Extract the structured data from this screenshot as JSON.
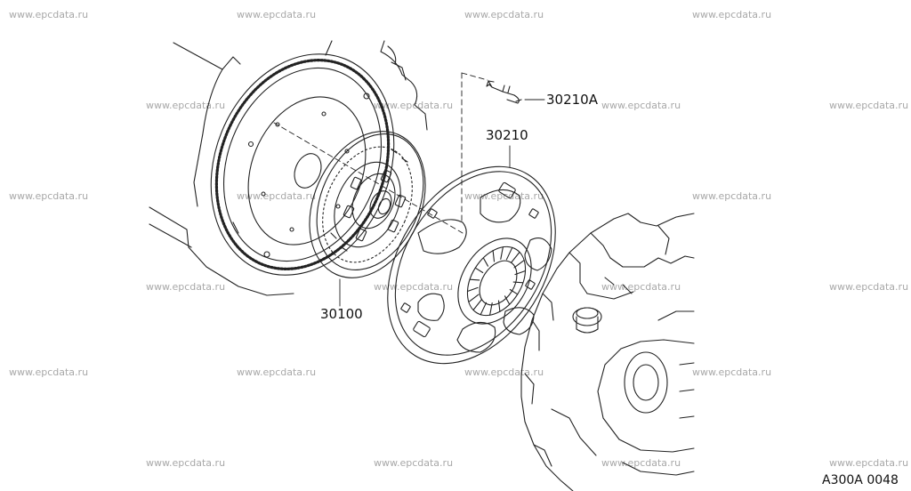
{
  "watermark": "www.epcdata.ru",
  "parts": {
    "bolt": "30210A",
    "cover": "30210",
    "disc": "30100"
  },
  "diagram_code": "A300A 0048",
  "colors": {
    "line": "#222222",
    "watermark": "#a8a8a8"
  }
}
